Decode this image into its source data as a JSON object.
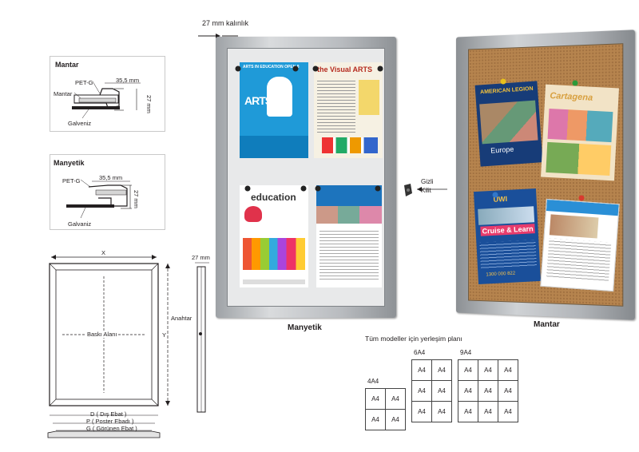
{
  "top_label": "27 mm kalınlık",
  "mantar_profile": {
    "title": "Mantar",
    "pet_label": "PET-G",
    "width_label": "35,5 mm",
    "material_label": "Mantar",
    "depth_label": "27 mm",
    "base_label": "Galveniz"
  },
  "manyetik_profile": {
    "title": "Manyetik",
    "pet_label": "PET-G",
    "width_label": "35,5 mm",
    "depth_label": "27 mm",
    "base_label": "Galvaniz"
  },
  "drawing": {
    "x_label": "X",
    "y_label": "Y",
    "area_label": "Baskı Alanı",
    "d_label": "D ( Dış Ebat )",
    "p_label": "P ( Poster Ebadı )",
    "g_label": "G ( Görünen Ebat )",
    "side_depth": "27 mm",
    "key_label": "Anahtar"
  },
  "lock_label_1": "Gizli",
  "lock_label_2": "Kilit",
  "board_left_label": "Manyetik",
  "board_right_label": "Mantar",
  "posters": {
    "p1_head": "ARTS IN EDUCATION OPEN 8",
    "p1_word": "ARTS",
    "p2_head": "the Visual ARTS",
    "p3_word": "education",
    "p5_title": "AMERICAN LEGION",
    "p5_sub": "Europe",
    "p6_title": "Cartagena",
    "p7_title": "UWI",
    "p7_word": "Cruise & Learn",
    "p7_phone": "1300 000 822"
  },
  "layout": {
    "heading": "Tüm modeller için yerleşim planı",
    "g4_label": "4A4",
    "g6_label": "6A4",
    "g9_label": "9A4",
    "cell": "A4"
  },
  "colors": {
    "frame": "#b9bcc0",
    "cork": "#b6844e",
    "poster_blue": "#1a8fd6"
  }
}
